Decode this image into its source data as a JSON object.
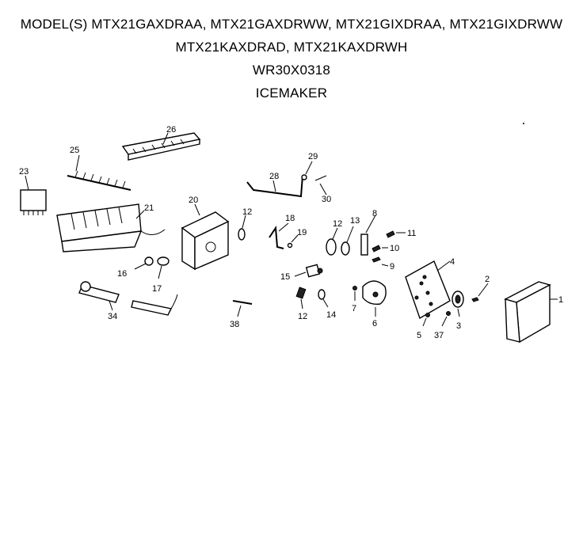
{
  "header": {
    "models_line1": "MODEL(S) MTX21GAXDRAA, MTX21GAXDRWW, MTX21GIXDRAA, MTX21GIXDRWW",
    "models_line2": "MTX21KAXDRAD, MTX21KAXDRWH",
    "part_number": "WR30X0318",
    "assembly_name": "ICEMAKER"
  },
  "callouts": {
    "c1": "1",
    "c2": "2",
    "c3": "3",
    "c4": "4",
    "c5": "5",
    "c6": "6",
    "c7": "7",
    "c8": "8",
    "c9": "9",
    "c10": "10",
    "c11": "11",
    "c12a": "12",
    "c12b": "12",
    "c12c": "12",
    "c13": "13",
    "c14": "14",
    "c15": "15",
    "c16": "16",
    "c17": "17",
    "c18": "18",
    "c19": "19",
    "c20": "20",
    "c21": "21",
    "c23": "23",
    "c25": "25",
    "c26": "26",
    "c28": "28",
    "c29": "29",
    "c30": "30",
    "c34": "34",
    "c37": "37",
    "c38": "38"
  }
}
